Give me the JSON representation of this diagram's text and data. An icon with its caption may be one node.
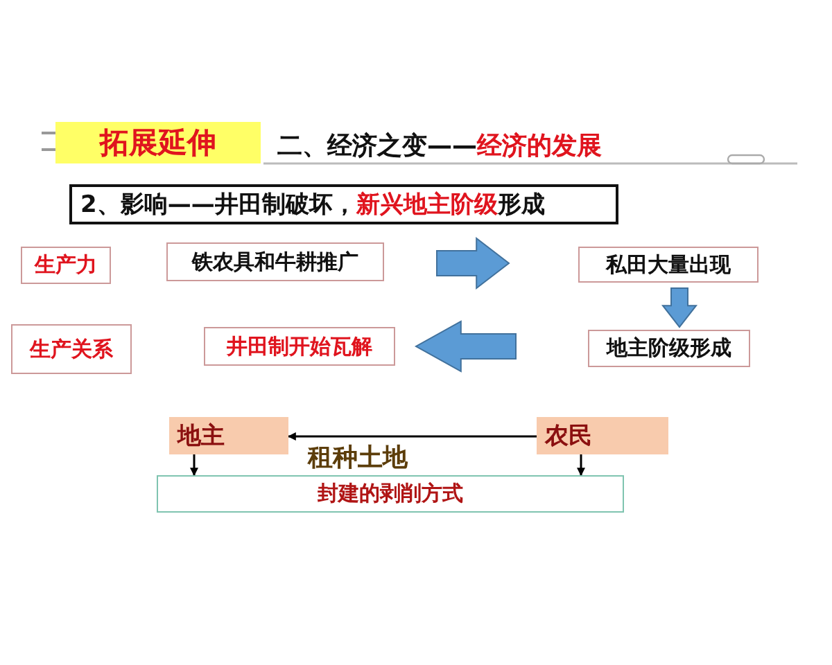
{
  "diagram": {
    "title": "二、经济之变——**经济的发展**",
    "nodes": [
      {
        "text": [
          "拓展延伸"
        ]
      },
      {
        "text": [
          "2、影响——井田制破坏，**新兴地主阶级**形成"
        ]
      },
      {
        "text": [
          "生产力"
        ]
      },
      {
        "text": [
          "铁农具和牛耕推广"
        ]
      },
      {
        "text": [
          "私田大量出现"
        ]
      },
      {
        "text": [
          "生产关系"
        ]
      },
      {
        "text": [
          "井田制开始瓦解"
        ]
      },
      {
        "text": [
          "地主阶级形成"
        ]
      },
      {
        "text": [
          "地主"
        ]
      },
      {
        "text": [
          "农民"
        ]
      },
      {
        "text": [
          "封建的剥削方式"
        ]
      }
    ],
    "edges": [
      {
        "from": 3,
        "to": 4,
        "arrow": "to",
        "style": "thick",
        "color": "#5b9bd5"
      },
      {
        "from": 4,
        "to": 7,
        "arrow": "to",
        "style": "thick",
        "color": "#5b9bd5"
      },
      {
        "from": 7,
        "to": 6,
        "arrow": "to",
        "style": "thick",
        "color": "#5b9bd5"
      },
      {
        "from": 9,
        "to": 8,
        "arrow": "to",
        "label": "租种土地"
      },
      {
        "from": 8,
        "to": 10,
        "arrow": "to"
      },
      {
        "from": 9,
        "to": 10,
        "arrow": "to"
      }
    ]
  }
}
